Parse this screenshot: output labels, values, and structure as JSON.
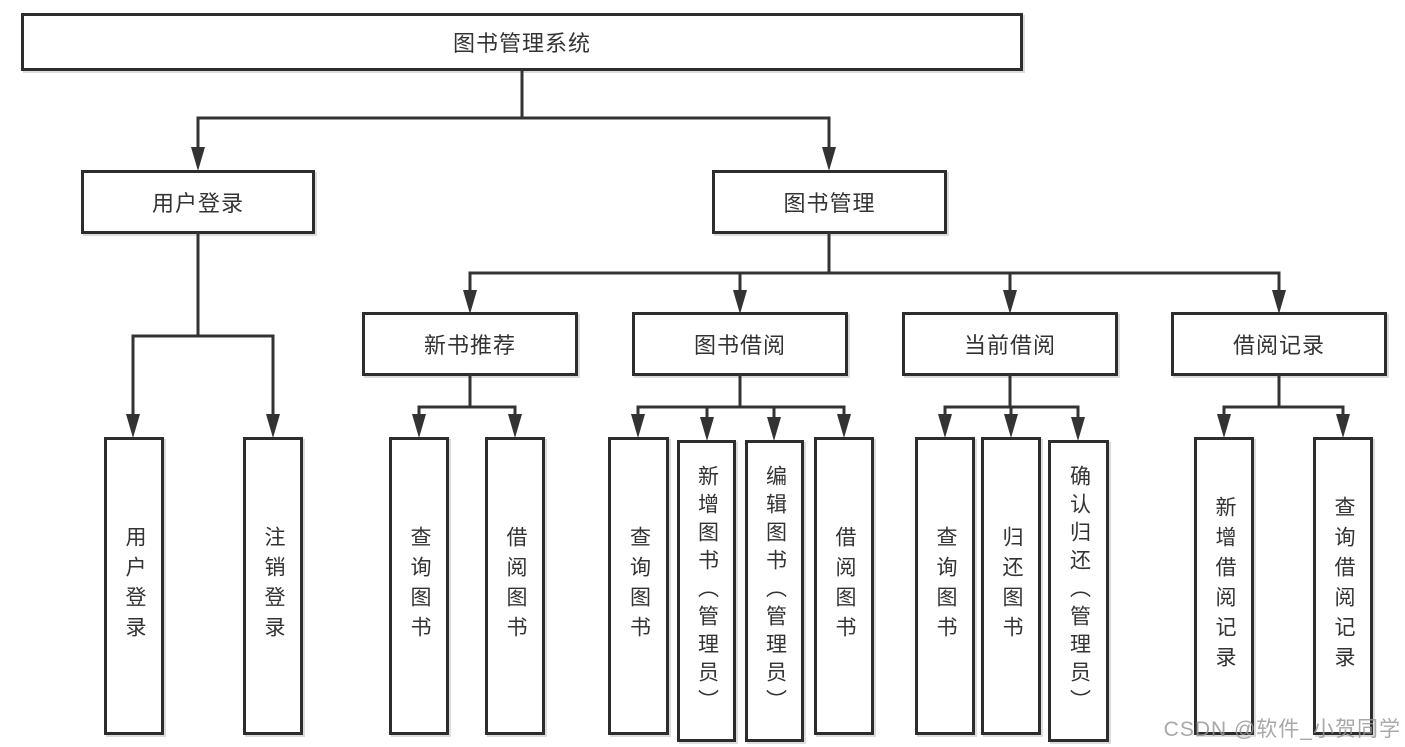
{
  "tree": {
    "root": "图书管理系统",
    "branches": [
      {
        "label": "用户登录",
        "leaves": [
          "用户登录",
          "注销登录"
        ]
      },
      {
        "label": "图书管理",
        "groups": [
          {
            "label": "新书推荐",
            "leaves": [
              "查询图书",
              "借阅图书"
            ]
          },
          {
            "label": "图书借阅",
            "leaves": [
              "查询图书",
              "新增图书（管理员）",
              "编辑图书（管理员）",
              "借阅图书"
            ]
          },
          {
            "label": "当前借阅",
            "leaves": [
              "查询图书",
              "归还图书",
              "确认归还（管理员）"
            ]
          },
          {
            "label": "借阅记录",
            "leaves": [
              "新增借阅记录",
              "查询借阅记录"
            ]
          }
        ]
      }
    ]
  },
  "watermark": {
    "text": "CSDN @软件_小贺同学"
  },
  "colors": {
    "line": "#333333",
    "box_border": "#2d2d2d",
    "text": "#333333",
    "background": "#ffffff",
    "watermark": "#999999"
  }
}
